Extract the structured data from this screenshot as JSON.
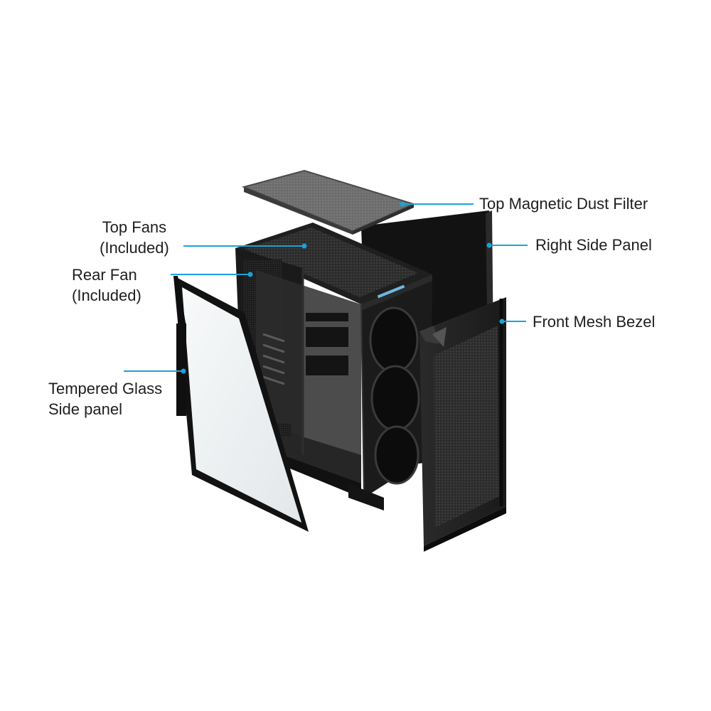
{
  "labels": {
    "top_filter": "Top Magnetic Dust Filter",
    "right_panel": "Right Side Panel",
    "front_bezel": "Front Mesh Bezel",
    "top_fans": {
      "line1": "Top Fans",
      "line2": "(Included)"
    },
    "rear_fan": {
      "line1": "Rear Fan",
      "line2": "(Included)"
    },
    "glass_panel": {
      "line1": "Tempered Glass",
      "line2": "Side panel"
    }
  },
  "colors": {
    "leader_line": "#1aa3d9",
    "case_body": "#1c1c1c",
    "panel_dark": "#111111",
    "mesh": "#3a3a3a",
    "glass": "#eef1f2"
  }
}
